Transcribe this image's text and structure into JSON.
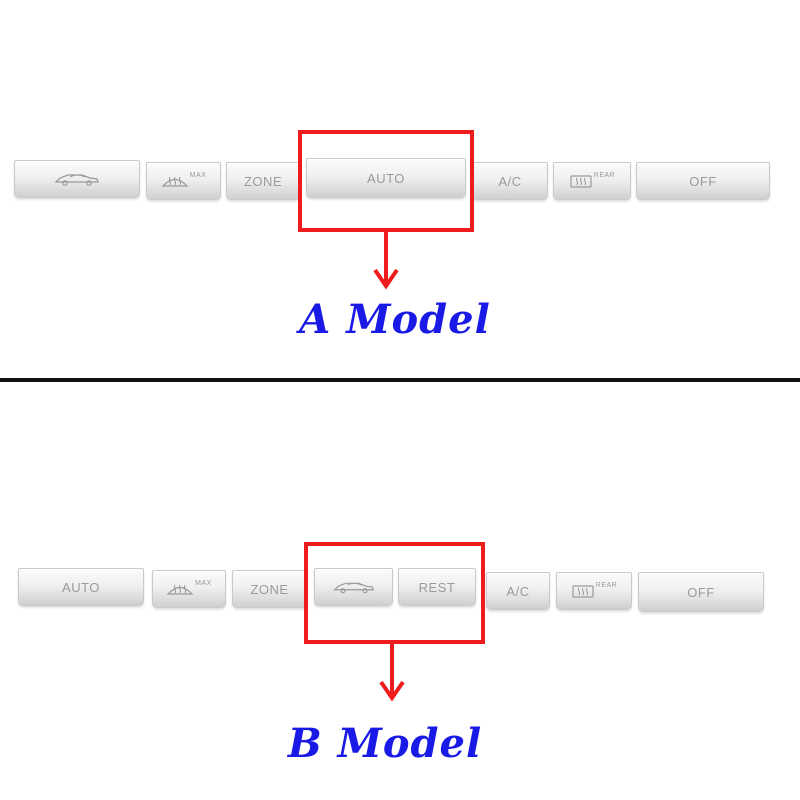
{
  "model_a": {
    "label": "A Model",
    "buttons": {
      "car_icon": "car-icon",
      "defrost_max_sup": "MAX",
      "zone": "ZONE",
      "auto": "AUTO",
      "ac": "A/C",
      "rear_defrost_sup": "REAR",
      "off": "OFF"
    },
    "highlighted": "AUTO"
  },
  "model_b": {
    "label": "B Model",
    "buttons": {
      "auto": "AUTO",
      "defrost_max_sup": "MAX",
      "zone": "ZONE",
      "car_icon": "car-icon",
      "rest": "REST",
      "ac": "A/C",
      "rear_defrost_sup": "REAR",
      "off": "OFF"
    },
    "highlighted": [
      "car-icon",
      "REST"
    ]
  },
  "colors": {
    "highlight_box": "#ee1c1c",
    "label_text": "#1a1ae6",
    "divider": "#111111",
    "button_text": "#9a9a9a"
  }
}
